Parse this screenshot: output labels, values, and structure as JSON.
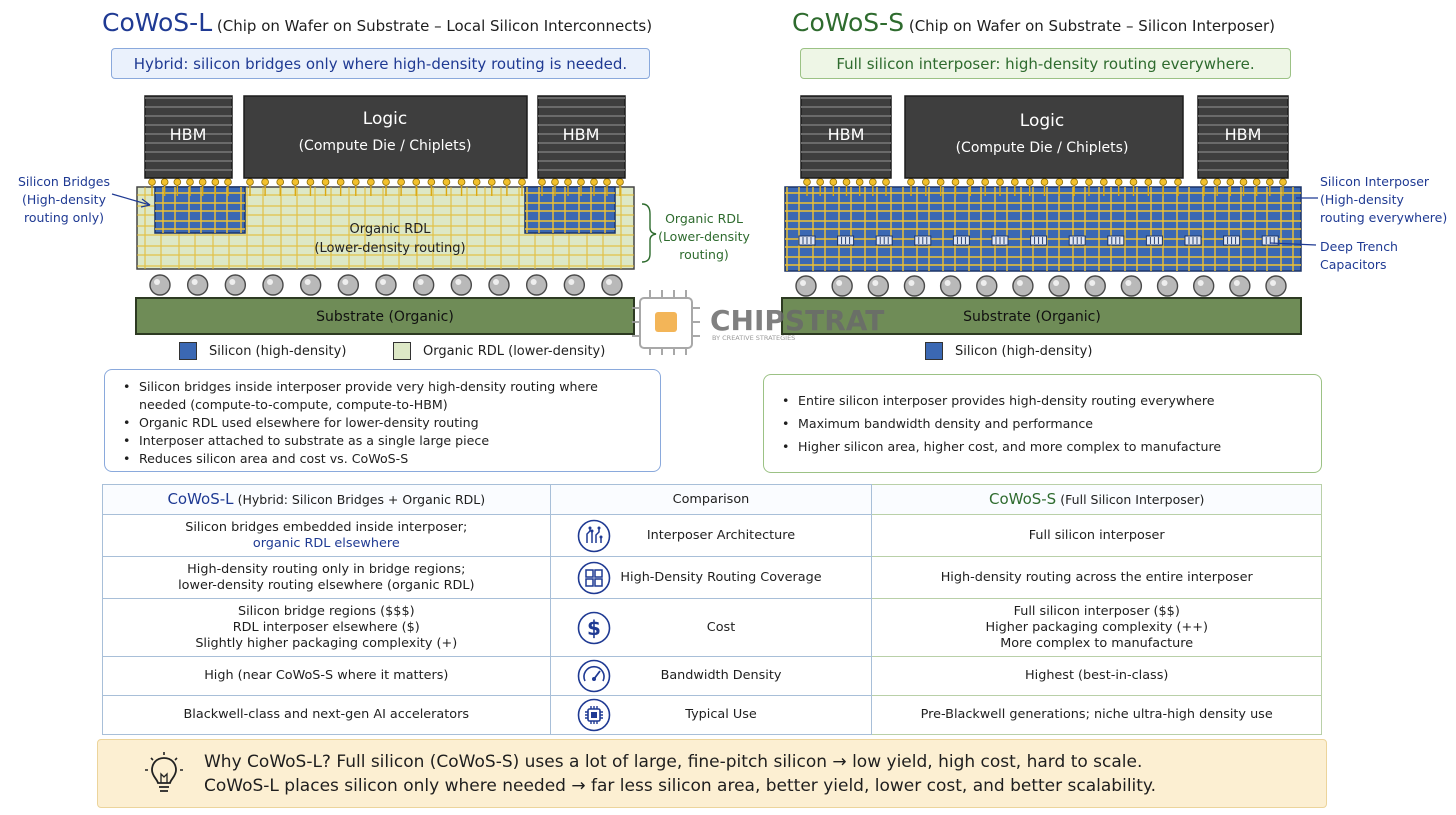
{
  "left": {
    "title_main": "CoWoS-L",
    "title_sub": "(Chip on Wafer on Substrate – Local Silicon Interconnects)",
    "subtitle": "Hybrid: silicon bridges only where high-density routing is needed.",
    "hbm_label": "HBM",
    "logic_title": "Logic",
    "logic_sub": "(Compute Die / Chiplets)",
    "rdl_title": "Organic RDL",
    "rdl_sub": "(Lower-density routing)",
    "substrate": "Substrate (Organic)",
    "callout_bridges": [
      "Silicon Bridges",
      "(High-density",
      "routing only)"
    ],
    "callout_rdl": [
      "Organic RDL",
      "(Lower-density",
      "routing)"
    ],
    "legend": [
      {
        "label": "Silicon (high-density)",
        "color": "#3b68b3"
      },
      {
        "label": "Organic RDL (lower-density)",
        "color": "#dde8c6"
      }
    ],
    "bullets": [
      "Silicon bridges inside interposer provide very high-density routing where needed (compute-to-compute, compute-to-HBM)",
      "Organic RDL used elsewhere for lower-density routing",
      "Interposer attached to substrate as a single large piece",
      "Reduces silicon area and cost vs. CoWoS-S"
    ]
  },
  "right": {
    "title_main": "CoWoS-S",
    "title_sub": "(Chip on Wafer on Substrate – Silicon Interposer)",
    "subtitle": "Full silicon interposer: high-density routing everywhere.",
    "hbm_label": "HBM",
    "logic_title": "Logic",
    "logic_sub": "(Compute Die / Chiplets)",
    "substrate": "Substrate (Organic)",
    "callout_interposer": [
      "Silicon Interposer",
      "(High-density",
      "routing everywhere)"
    ],
    "callout_dtc": [
      "Deep Trench",
      "Capacitors"
    ],
    "legend": [
      {
        "label": "Silicon (high-density)",
        "color": "#3b68b3"
      }
    ],
    "bullets": [
      "Entire silicon interposer provides high-density routing everywhere",
      "Maximum bandwidth density and performance",
      "Higher silicon area, higher cost, and more complex to manufacture"
    ]
  },
  "logo": {
    "name": "CHIPSTRAT",
    "tagline": "BY CREATIVE STRATEGIES"
  },
  "table": {
    "header": {
      "left_main": "CoWoS-L",
      "left_sub": "(Hybrid: Silicon Bridges + Organic RDL)",
      "middle": "Comparison",
      "right_main": "CoWoS-S",
      "right_sub": "(Full Silicon Interposer)"
    },
    "rows": [
      {
        "icon": "interposer-architecture-icon",
        "label": "Interposer Architecture",
        "left": [
          "Silicon bridges embedded inside interposer;",
          "organic RDL elsewhere"
        ],
        "right": [
          "Full silicon interposer"
        ]
      },
      {
        "icon": "grid-coverage-icon",
        "label": "High-Density Routing Coverage",
        "left": [
          "High-density routing only in bridge regions;",
          "lower-density routing elsewhere (organic RDL)"
        ],
        "right": [
          "High-density routing across the entire interposer"
        ]
      },
      {
        "icon": "dollar-icon",
        "label": "Cost",
        "left": [
          "Silicon bridge regions ($$$)",
          "RDL interposer elsewhere ($)",
          "Slightly higher packaging complexity (+)"
        ],
        "right": [
          "Full silicon interposer ($$)",
          "Higher packaging complexity (++)",
          "More complex to manufacture"
        ]
      },
      {
        "icon": "gauge-icon",
        "label": "Bandwidth Density",
        "left": [
          "High (near CoWoS-S where it matters)"
        ],
        "right": [
          "Highest (best-in-class)"
        ]
      },
      {
        "icon": "chip-icon",
        "label": "Typical Use",
        "left": [
          "Blackwell-class and next-gen AI accelerators"
        ],
        "right": [
          "Pre-Blackwell generations; niche ultra-high density use"
        ]
      }
    ]
  },
  "footer": {
    "line1": "Why CoWoS-L?  Full silicon (CoWoS-S) uses a lot of large, fine-pitch silicon → low yield, high cost, hard to scale.",
    "line2": "CoWoS-L places silicon only where needed → far less silicon area, better yield, lower cost, and better scalability."
  },
  "colors": {
    "silicon": "#3b68b3",
    "organic_rdl": "#dde8c6",
    "substrate": "#6f8c57",
    "die": "#3e3e3e",
    "accent_left": "#1f3a93",
    "accent_right": "#2e6b2e",
    "footer_bg": "#fcefd2"
  }
}
